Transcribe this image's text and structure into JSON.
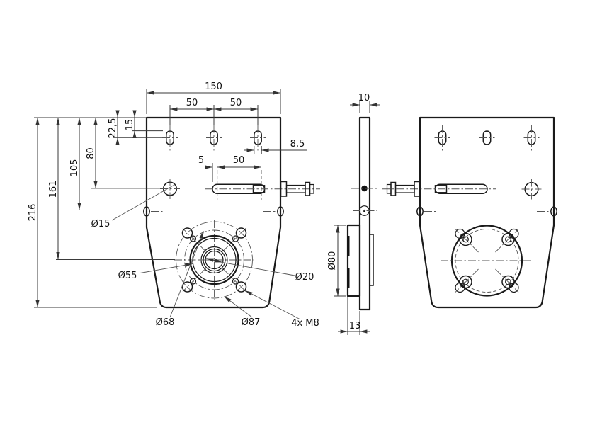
{
  "drawing": {
    "type": "technical-drawing-mounting-plate",
    "colors": {
      "line": "#1a1a1a",
      "dimension": "#333333",
      "centerline": "#555555",
      "background": "#ffffff"
    },
    "front_view": {
      "dim_width_total": "150",
      "dim_slot_spacing_left": "50",
      "dim_slot_spacing_right": "50",
      "dim_slot_width": "8,5",
      "dim_slot_end_offset": "5",
      "dim_slot_length": "50",
      "dim_height_total": "216",
      "dim_height_to_hub_center": "161",
      "dim_height_to_tab": "105",
      "dim_height_to_hole_center": "80",
      "dim_slot_center_from_top": "22,5",
      "dim_slot_top_from_top": "15",
      "label_pivot_hole_dia": "Ø15",
      "label_hub_dia": "Ø55",
      "label_bolt_circle_inner_dia": "Ø68",
      "label_bolt_circle_outer_dia": "Ø87",
      "label_bore_dia": "Ø20",
      "label_thread_spec": "4x M8"
    },
    "side_view": {
      "dim_plate_thickness": "10",
      "dim_boss_dia": "Ø80",
      "dim_boss_depth": "13"
    },
    "rear_view": {}
  }
}
